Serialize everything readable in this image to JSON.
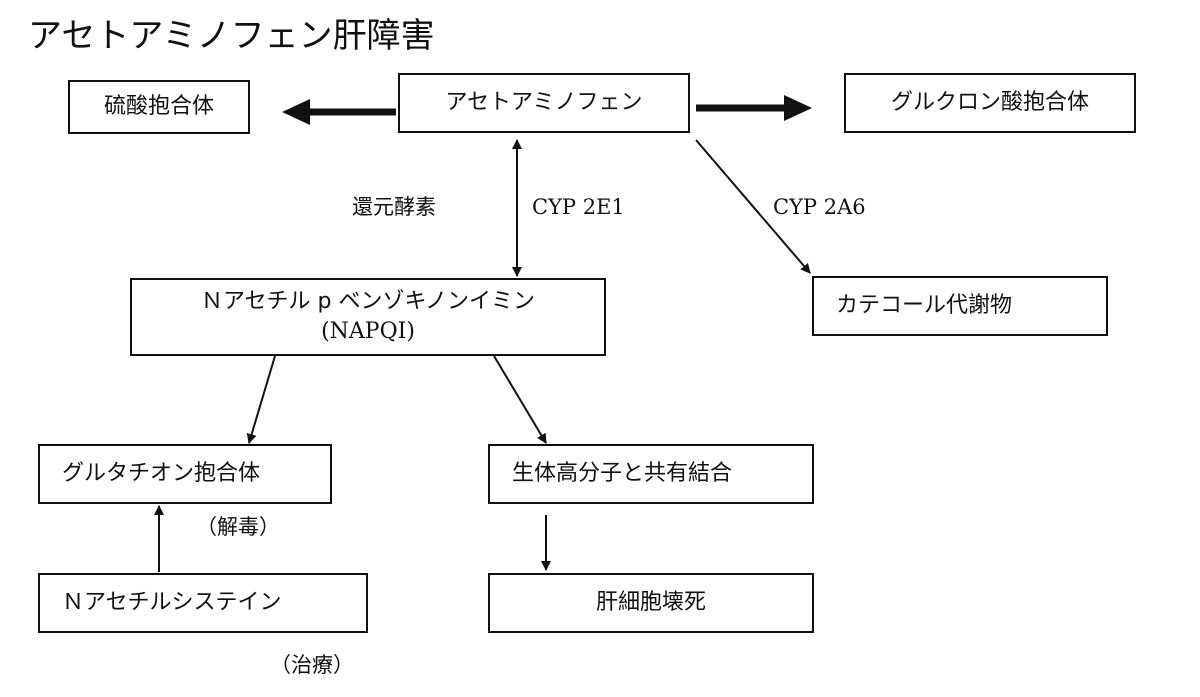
{
  "title": "アセトアミノフェン肝障害",
  "nodes": {
    "acetaminophen": "アセトアミノフェン",
    "sulfate_conjugate": "硫酸抱合体",
    "glucuronide_conjugate": "グルクロン酸抱合体",
    "napqi_name": "Ｎアセチル p ベンゾキノンイミン",
    "napqi_abbr": "(NAPQI)",
    "catechol_metabolite": "カテコール代謝物",
    "glutathione_conjugate": "グルタチオン抱合体",
    "covalent_binding": "生体高分子と共有結合",
    "n_acetylcysteine": "Ｎアセチルシステイン",
    "hepatocyte_necrosis": "肝細胞壊死"
  },
  "labels": {
    "reductase": "還元酵素",
    "cyp2e1": "CYP 2E1",
    "cyp2a6": "CYP 2A6",
    "detox": "（解毒）",
    "treatment": "（治療）"
  }
}
